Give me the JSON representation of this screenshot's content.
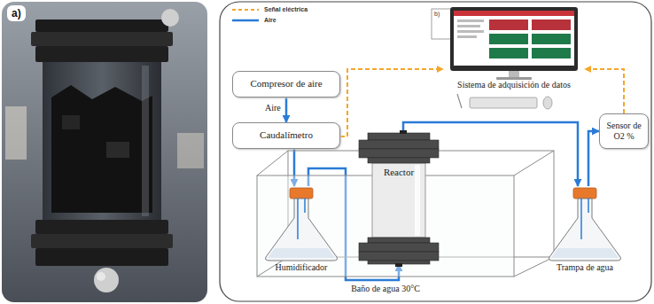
{
  "diagram": {
    "nodes": [
      {
        "text": [
          "Compresor de aire"
        ]
      },
      {
        "text": [
          "Caudalímetro"
        ]
      },
      {
        "text": [
          "Sistema de adquisición de datos"
        ]
      },
      {
        "text": [
          "Sensor de O2 %"
        ]
      },
      {
        "text": [
          "Baño de agua 30°C"
        ]
      },
      {
        "text": [
          "Humidificador"
        ],
        "in": 4
      },
      {
        "text": [
          "Reactor"
        ],
        "in": 4
      },
      {
        "text": [
          "Trampa de agua"
        ]
      }
    ],
    "edges": [
      {
        "from": 0,
        "to": 1,
        "arrow": "to",
        "label": "Aire"
      },
      {
        "from": 1,
        "to": 2,
        "arrow": "to"
      },
      {
        "from": 3,
        "to": 2,
        "arrow": "to"
      },
      {
        "from": 1,
        "to": 5,
        "arrow": "to"
      },
      {
        "from": 5,
        "to": 6,
        "arrow": "to"
      },
      {
        "from": 6,
        "to": 7,
        "arrow": "to"
      },
      {
        "from": 7,
        "to": 3,
        "arrow": "to"
      }
    ],
    "labels": [
      "a)",
      "b)"
    ],
    "legend": [
      {
        "text": "Señal eléctrica"
      },
      {
        "text": "Aire"
      }
    ]
  }
}
